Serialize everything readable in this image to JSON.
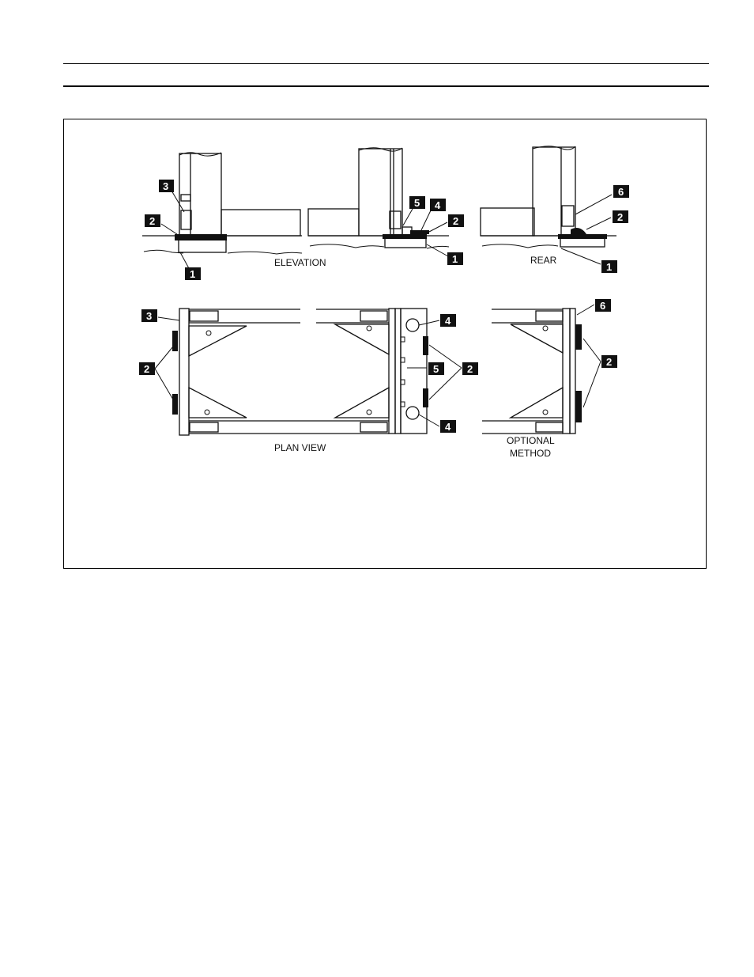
{
  "views": {
    "elevation": {
      "caption": "ELEVATION"
    },
    "rear": {
      "caption": "REAR"
    },
    "plan": {
      "caption": "PLAN VIEW"
    },
    "optional": {
      "caption_line1": "OPTIONAL",
      "caption_line2": "METHOD"
    }
  },
  "callouts": {
    "c1": "1",
    "c2": "2",
    "c3": "3",
    "c4": "4",
    "c5": "5",
    "c6": "6"
  },
  "colors": {
    "ink": "#111111",
    "paper": "#ffffff"
  }
}
